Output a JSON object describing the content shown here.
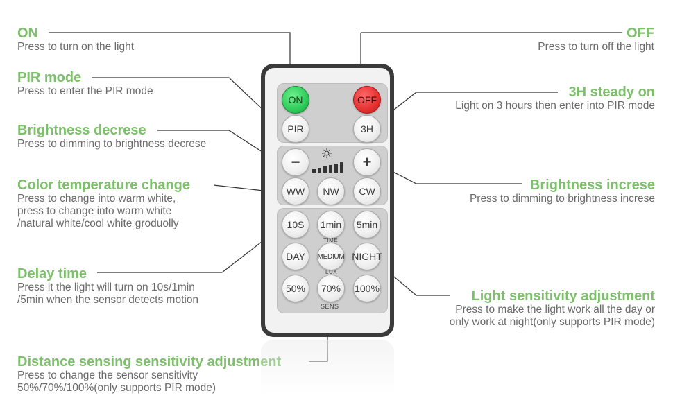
{
  "callouts": {
    "on": {
      "title": "ON",
      "desc": "Press to turn on the light"
    },
    "off": {
      "title": "OFF",
      "desc": "Press to turn off the light"
    },
    "pir": {
      "title": "PIR mode",
      "desc": "Press to enter the PIR mode"
    },
    "steady": {
      "title": "3H steady on",
      "desc": "Light on 3 hours then enter into PIR mode"
    },
    "bright_down": {
      "title": "Brightness decrese",
      "desc": "Press to dimming to brightness decrese"
    },
    "bright_up": {
      "title": "Brightness increse",
      "desc": "Press to dimming to brightness increse"
    },
    "color": {
      "title": "Color temperature change",
      "desc": "Press to change into warm white,\npress to change into warm white\n/natural white/cool white groduolly"
    },
    "delay": {
      "title": "Delay time",
      "desc": "Press it the light will turn on 10s/1min\n/5min when the sensor detects motion"
    },
    "light_sens": {
      "title": "Light sensitivity adjustment",
      "desc": "Press to make the light work all the day or\nonly work at night(only supports PIR mode)"
    },
    "distance": {
      "title": "Distance sensing sensitivity adjustment",
      "desc": "Press to change the sensor sensitivity\n50%/70%/100%(only supports PIR mode)"
    }
  },
  "remote": {
    "buttons": {
      "on": "ON",
      "off": "OFF",
      "pir": "PIR",
      "h3": "3H",
      "minus": "−",
      "plus": "+",
      "ww": "WW",
      "nw": "NW",
      "cw": "CW",
      "s10": "10S",
      "m1": "1min",
      "m5": "5min",
      "day": "DAY",
      "medium": "MEDIUM",
      "night": "NIGHT",
      "p50": "50%",
      "p70": "70%",
      "p100": "100%"
    },
    "labels": {
      "time": "TIME",
      "lux": "LUX",
      "sens": "SENS"
    }
  },
  "colors": {
    "title": "#7cc06a",
    "desc": "#6a6a6a",
    "on": "#2ecc5a",
    "off": "#e53030",
    "body": "#3a3a3a"
  },
  "icons": {
    "brightness": "sun-icon",
    "level": "brightness-bars-icon"
  }
}
